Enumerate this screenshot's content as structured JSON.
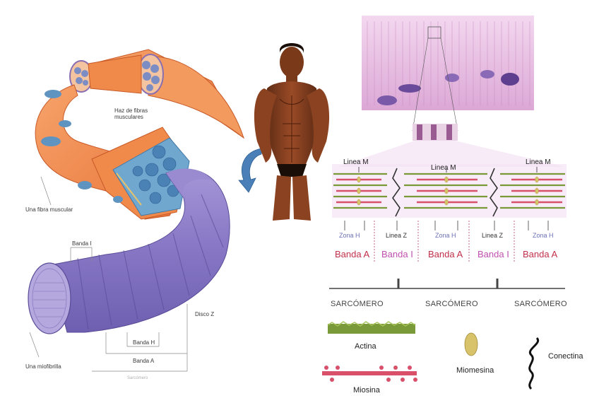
{
  "left_diagram": {
    "bundle_label": "Haz de fibras musculares",
    "fiber_label": "Una fibra muscular",
    "band_i_label": "Banda I",
    "disc_z_label": "Disco Z",
    "band_h_label": "Banda H",
    "band_a_label": "Banda A",
    "myofibril_label": "Una miofibrilla",
    "sarcomere_label": "Sarcómero"
  },
  "right_diagram": {
    "linea_m": [
      "Linea M",
      "Linea M",
      "Linea M"
    ],
    "zones": [
      "Zona H",
      "Linea Z",
      "Zona H",
      "Linea Z",
      "Zona H"
    ],
    "bands": [
      {
        "label": "Banda A",
        "color": "#c0304a"
      },
      {
        "label": "Banda I",
        "color": "#c050b0"
      },
      {
        "label": "Banda A",
        "color": "#c0304a"
      },
      {
        "label": "Banda I",
        "color": "#c050b0"
      },
      {
        "label": "Banda A",
        "color": "#c0304a"
      }
    ],
    "sarcomero": [
      "SARCÓMERO",
      "SARCÓMERO",
      "SARCÓMERO"
    ]
  },
  "legend": {
    "actina": "Actina",
    "miosina": "Miosina",
    "miomesina": "Miomesina",
    "conectina": "Conectina"
  },
  "colors": {
    "muscle_orange": "#f08a4b",
    "myofibril_purple": "#8e7fc9",
    "actin_green": "#7a9a3a",
    "myosin_red": "#d9506a",
    "band_a": "#c0304a",
    "band_i": "#c050b0"
  }
}
